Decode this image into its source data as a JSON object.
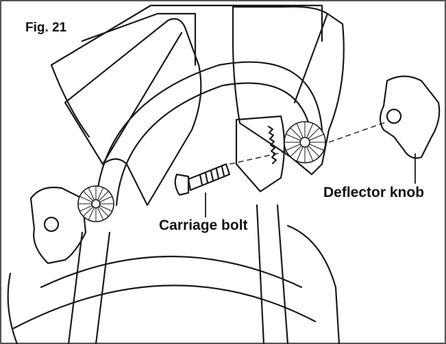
{
  "figure": {
    "label": "Fig. 21"
  },
  "callouts": {
    "carriage_bolt": "Carriage bolt",
    "deflector_knob": "Deflector knob"
  },
  "colors": {
    "line": "#1a1a1a",
    "background": "#ffffff",
    "frame": "#555555"
  }
}
